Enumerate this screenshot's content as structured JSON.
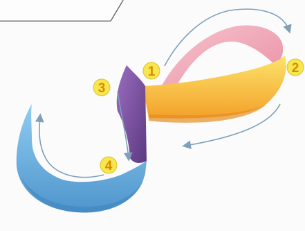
{
  "colors": {
    "background": "#fbfbfb",
    "pink_loop": "#f2a3b4",
    "yellow_band": "#f7b733",
    "purple_wedge": "#7a4f9d",
    "blue_curve": "#6bb4e2",
    "arrow": "#7fa0b8",
    "badge_fill": "#f7e64e",
    "badge_text": "#d98b00"
  },
  "steps": [
    {
      "number": "1"
    },
    {
      "number": "2"
    },
    {
      "number": "3"
    },
    {
      "number": "4"
    }
  ]
}
